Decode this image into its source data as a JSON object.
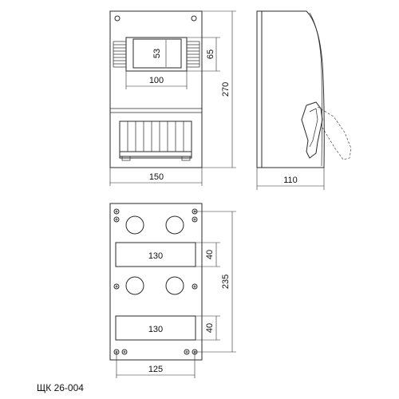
{
  "front_view": {
    "window_height": "53",
    "frame_height": "65",
    "window_width": "100",
    "total_height": "270",
    "width": "150"
  },
  "side_view": {
    "depth": "110"
  },
  "back_view": {
    "slot1_width": "130",
    "slot1_height": "40",
    "slot2_width": "130",
    "slot2_height": "40",
    "mount_height": "235",
    "mount_width": "125"
  },
  "caption": "ЩК 26-004"
}
